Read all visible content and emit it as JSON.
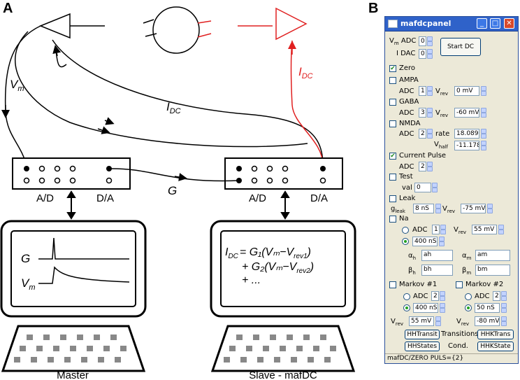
{
  "figure": {
    "panel_a_letter": "A",
    "panel_b_letter": "B",
    "vm_label": "V",
    "vm_sub": "m",
    "idc_label": "I",
    "idc_sub": "DC",
    "g_label": "G",
    "ad_left": "A/D",
    "da_left": "D/A",
    "ad_right": "A/D",
    "da_right": "D/A",
    "master_caption": "Master",
    "slave_caption": "Slave - mafDC",
    "screen_left_g": "G",
    "screen_left_vm": "V",
    "screen_left_vm_sub": "m",
    "eq_line1_prefix": "I",
    "eq_line1_prefix_sub": "DC",
    "eq_line1": "= G₁(Vₘ−V",
    "eq_line1_sub": "rev1",
    "eq_line2": "+ G₂(Vₘ−V",
    "eq_line2_sub": "rev2",
    "eq_line3": "+ ...",
    "red_color": "#e02020"
  },
  "panel": {
    "title": "mafdcpanel",
    "vm_adc_label": "ADC",
    "vm_adc_value": "0",
    "idac_label": "I DAC",
    "idac_value": "0",
    "start_button": "Start DC",
    "zero_label": "Zero",
    "ampa_label": "AMPA",
    "ampa_adc": "1",
    "ampa_vrev": "0 mV",
    "gaba_label": "GABA",
    "gaba_adc": "3",
    "gaba_vrev": "-60 mV",
    "nmda_label": "NMDA",
    "nmda_adc": "2",
    "nmda_rate_label": "rate",
    "nmda_rate": "18.089",
    "nmda_vhalf": "-11.178",
    "pulse_label": "Current Pulse",
    "pulse_adc": "2",
    "test_label": "Test",
    "test_val_label": "val",
    "test_val": "0",
    "leak_label": "Leak",
    "leak_g": "8 nS",
    "leak_vrev": "-75 mV",
    "na_label": "Na",
    "na_adc": "1",
    "na_vrev": "55 mV",
    "na_cond": "400 nS",
    "alpha_h": "ah",
    "alpha_m": "am",
    "beta_h": "bh",
    "beta_m": "bm",
    "markov1_label": "Markov #1",
    "markov2_label": "Markov #2",
    "m1_adc": "2",
    "m2_adc": "2",
    "m1_cond": "400 nS",
    "m2_cond": "50 nS",
    "m1_vrev": "55 mV",
    "m2_vrev": "-80 mV",
    "hh_transit": "HHTransit",
    "transitions_label": "Transitions",
    "hhk_trans": "HHKTrans",
    "hh_states": "HHStates",
    "cond_label": "Cond.",
    "hhk_state": "HHKState",
    "status": "mafDC/ZERO PULS={2}"
  }
}
